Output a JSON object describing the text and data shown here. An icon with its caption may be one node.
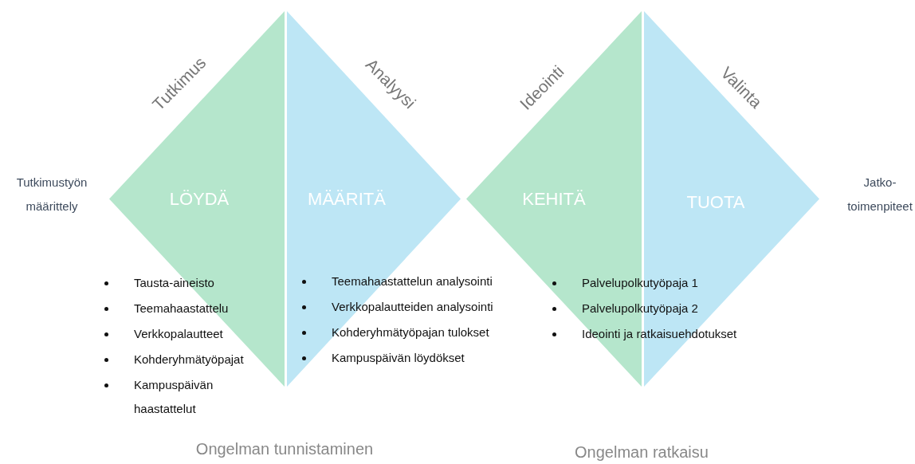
{
  "diagram": {
    "nodes": [
      {
        "text": [
          "LÖYDÄ"
        ],
        "beside": [
          "Tutkimus"
        ]
      },
      {
        "text": [
          "MÄÄRITÄ"
        ],
        "beside": [
          "Analyysi"
        ]
      },
      {
        "text": [
          "KEHITÄ"
        ],
        "beside": [
          "Ideointi"
        ]
      },
      {
        "text": [
          "TUOTA"
        ],
        "beside": [
          "Valinta"
        ]
      }
    ],
    "labels": [
      "Tutkimustyön määrittely",
      "Jatko- toimenpiteet",
      "Tausta-aineisto",
      "Teemahaastattelu",
      "Verkkopalautteet",
      "Kohderyhmätyöpajat",
      "Kampuspäivän haastattelut",
      "Teemahaastattelun analysointi",
      "Verkkopalautteiden analysointi",
      "Kohderyhmätyöpajan tulokset",
      "Kampuspäivän löydökset",
      "Palvelupolkutyöpaja 1",
      "Palvelupolkutyöpaja 2",
      "Ideointi ja ratkaisuehdotukset",
      "Ongelman tunnistaminen",
      "Ongelman ratkaisu"
    ]
  }
}
